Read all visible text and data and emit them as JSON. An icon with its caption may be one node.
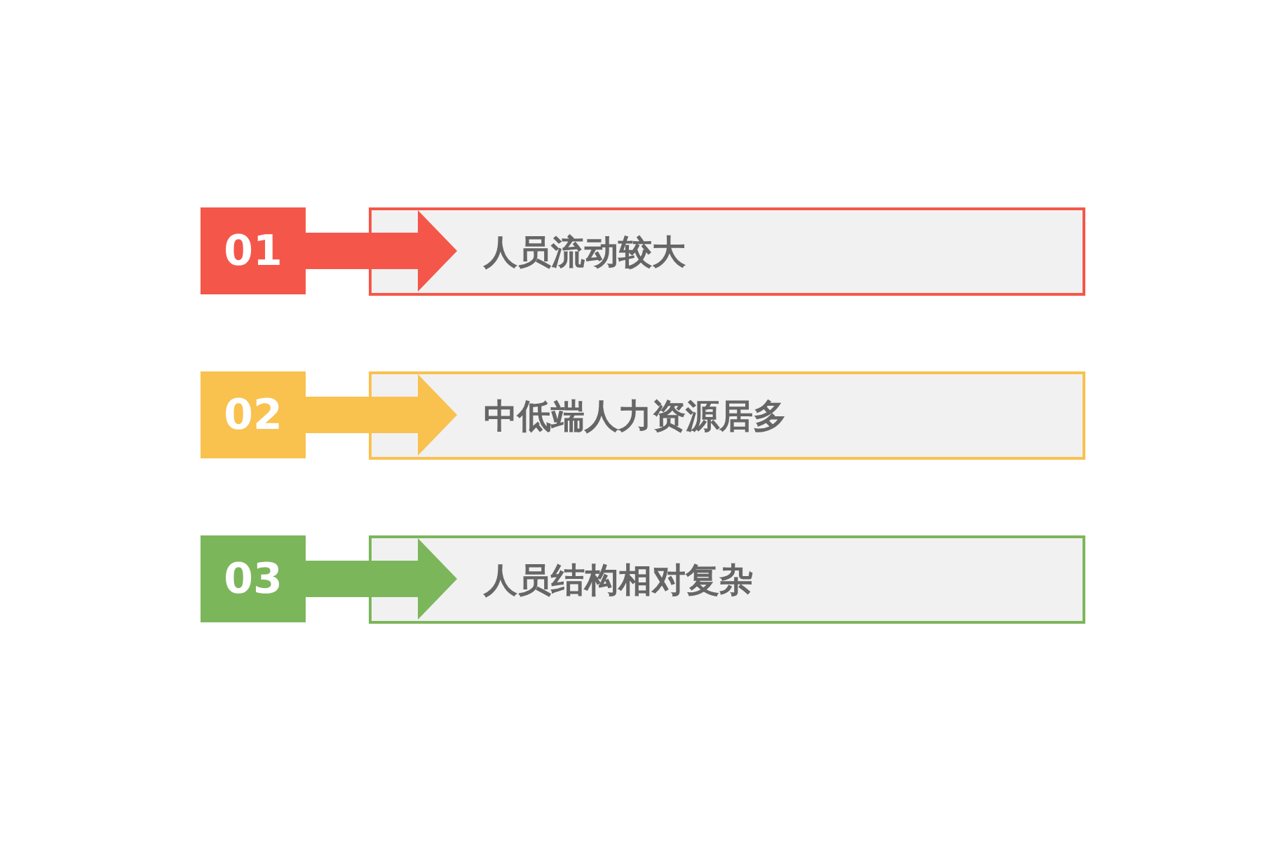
{
  "diagram": {
    "nodes": [
      {
        "text": [
          "01"
        ]
      },
      {
        "text": [
          "人员流动较大"
        ]
      },
      {
        "text": [
          "02"
        ]
      },
      {
        "text": [
          "中低端人力资源居多"
        ]
      },
      {
        "text": [
          "03"
        ]
      },
      {
        "text": [
          "人员结构相对复杂"
        ]
      }
    ],
    "edges": [
      {
        "from": 0,
        "to": 1,
        "arrow": "to",
        "color": "#f4574a"
      },
      {
        "from": 2,
        "to": 3,
        "arrow": "to",
        "color": "#f9c14e"
      },
      {
        "from": 4,
        "to": 5,
        "arrow": "to",
        "color": "#7cb65b"
      }
    ]
  }
}
